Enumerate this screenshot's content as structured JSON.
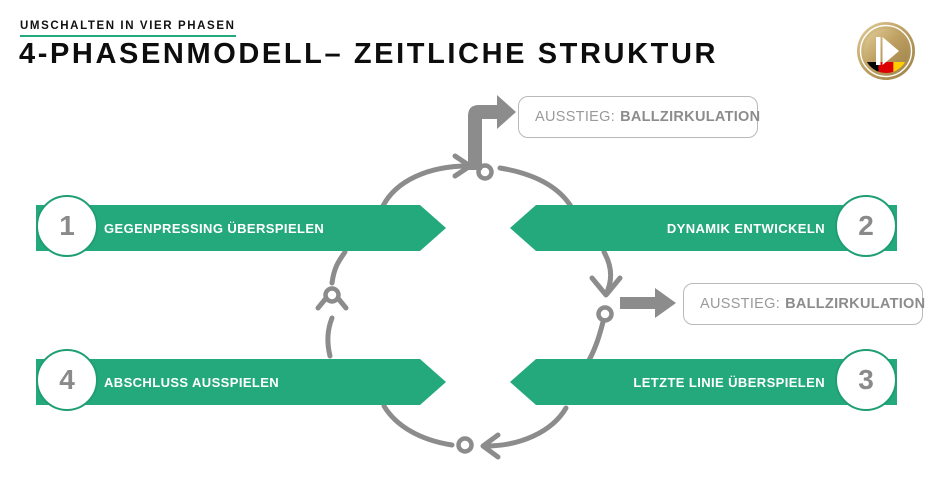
{
  "header": {
    "eyebrow": "UMSCHALTEN IN VIER PHASEN",
    "title": "4-PHASENMODELL– ZEITLICHE STRUKTUR",
    "accent_color": "#23a97c",
    "title_color": "#0d0d0d"
  },
  "logo": {
    "name": "dfb-badge-logo",
    "ring_color": "#c6a96a",
    "stripe_colors": [
      "#000000",
      "#dd0000",
      "#ffce00"
    ]
  },
  "phases": [
    {
      "number": "1",
      "label": "GEGENPRESSING ÜBERSPIELEN",
      "side": "left",
      "color": "#23a97c"
    },
    {
      "number": "2",
      "label": "DYNAMIK ENTWICKELN",
      "side": "right",
      "color": "#23a97c"
    },
    {
      "number": "3",
      "label": "LETZTE LINIE ÜBERSPIELEN",
      "side": "right",
      "color": "#23a97c"
    },
    {
      "number": "4",
      "label": "ABSCHLUSS AUSSPIELEN",
      "side": "left",
      "color": "#23a97c"
    }
  ],
  "callouts": [
    {
      "prefix": "AUSSTIEG:",
      "value": "BALLZIRKULATION",
      "position": "top"
    },
    {
      "prefix": "AUSSTIEG:",
      "value": "BALLZIRKULATION",
      "position": "middle-right"
    }
  ],
  "flow": {
    "arrow_color": "#8c8c8c",
    "node_count": 4,
    "direction": "clockwise"
  }
}
